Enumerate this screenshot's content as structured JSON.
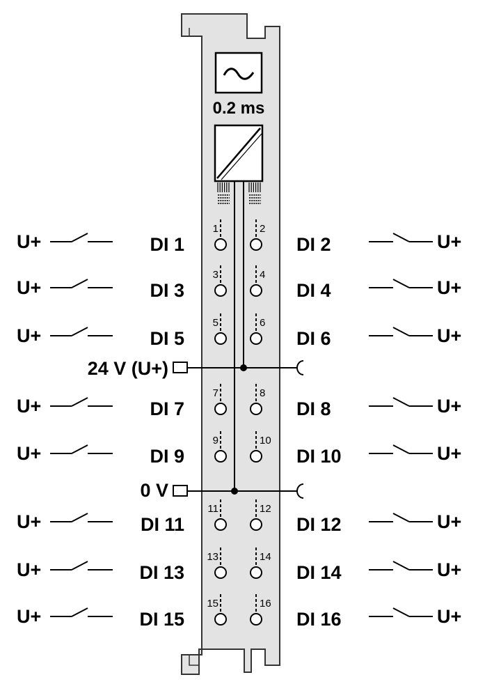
{
  "filter_label": "0.2 ms",
  "supply_label": "24 V (U+)",
  "ground_label": "0 V",
  "switch_supply_label": "U+",
  "channels": [
    {
      "id": "DI 1",
      "terminal": "1"
    },
    {
      "id": "DI 2",
      "terminal": "2"
    },
    {
      "id": "DI 3",
      "terminal": "3"
    },
    {
      "id": "DI 4",
      "terminal": "4"
    },
    {
      "id": "DI 5",
      "terminal": "5"
    },
    {
      "id": "DI 6",
      "terminal": "6"
    },
    {
      "id": "DI 7",
      "terminal": "7"
    },
    {
      "id": "DI 8",
      "terminal": "8"
    },
    {
      "id": "DI 9",
      "terminal": "9"
    },
    {
      "id": "DI 10",
      "terminal": "10"
    },
    {
      "id": "DI 11",
      "terminal": "11"
    },
    {
      "id": "DI 12",
      "terminal": "12"
    },
    {
      "id": "DI 13",
      "terminal": "13"
    },
    {
      "id": "DI 14",
      "terminal": "14"
    },
    {
      "id": "DI 15",
      "terminal": "15"
    },
    {
      "id": "DI 16",
      "terminal": "16"
    }
  ],
  "colors": {
    "module_fill": "#e3e3e3",
    "line": "#000000"
  }
}
